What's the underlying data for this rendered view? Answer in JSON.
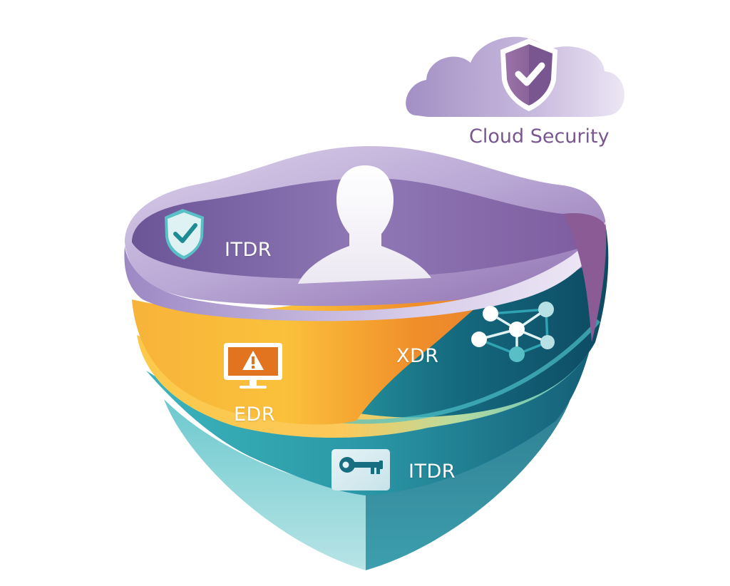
{
  "diagram": {
    "title": "Layered Security Shield",
    "cloud": {
      "label": "Cloud Security",
      "icon": "shield-check-icon"
    },
    "layers": [
      {
        "id": "identity",
        "label": "ITDR",
        "icon": "shield-check-icon",
        "extra_icon": "user-silhouette-icon",
        "color": "#8f74b5"
      },
      {
        "id": "extended",
        "label": "XDR",
        "icon": "network-nodes-icon",
        "color": "#0f5a72"
      },
      {
        "id": "endpoint",
        "label": "EDR",
        "icon": "monitor-alert-icon",
        "color": "#f7a532"
      },
      {
        "id": "access",
        "label": "ITDR",
        "icon": "key-icon",
        "color": "#2a9aa8"
      }
    ]
  },
  "colors": {
    "purple": "#8f74b5",
    "purple_dark": "#6e4f90",
    "orange": "#ef7f22",
    "yellow": "#fbc43c",
    "teal": "#2a9aa8",
    "teal_dark": "#0e4f66",
    "cloud_text": "#7a5690"
  }
}
